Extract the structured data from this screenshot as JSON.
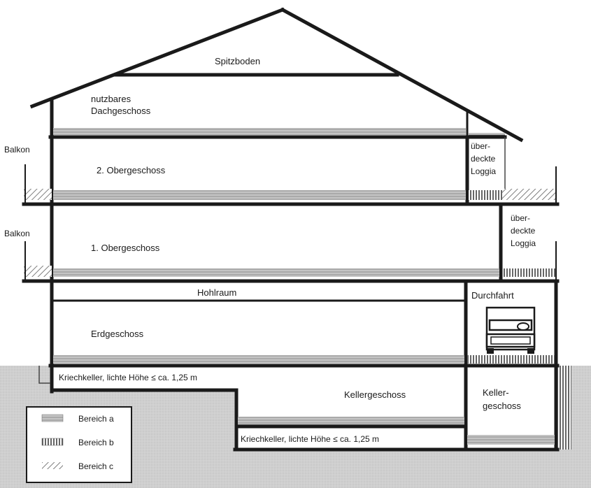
{
  "labels": {
    "spitzboden": "Spitzboden",
    "nutzbares_line1": "nutzbares",
    "nutzbares_line2": "Dachgeschoss",
    "balkon_upper": "Balkon",
    "balkon_lower": "Balkon",
    "og2": "2. Obergeschoss",
    "og1": "1. Obergeschoss",
    "loggia_upper": [
      "über-",
      "deckte",
      "Loggia"
    ],
    "loggia_lower": [
      "über-",
      "deckte",
      "Loggia"
    ],
    "hohlraum": "Hohlraum",
    "durchfahrt": "Durchfahrt",
    "erdgeschoss": "Erdgeschoss",
    "kriechkeller_upper": "Kriechkeller, lichte Höhe ≤ ca. 1,25 m",
    "kellergeschoss_main": "Kellergeschoss",
    "kellergeschoss_side": [
      "Keller-",
      "geschoss"
    ],
    "kriechkeller_lower": "Kriechkeller, lichte Höhe ≤ ca. 1,25 m"
  },
  "legend": [
    {
      "label": "Bereich a",
      "pattern": "horizontal-lines"
    },
    {
      "label": "Bereich b",
      "pattern": "vertical-lines"
    },
    {
      "label": "Bereich c",
      "pattern": "diagonal-hatch"
    }
  ],
  "colors": {
    "ground": "#cfcfcf",
    "line": "#1a1a1a",
    "background": "#ffffff"
  }
}
